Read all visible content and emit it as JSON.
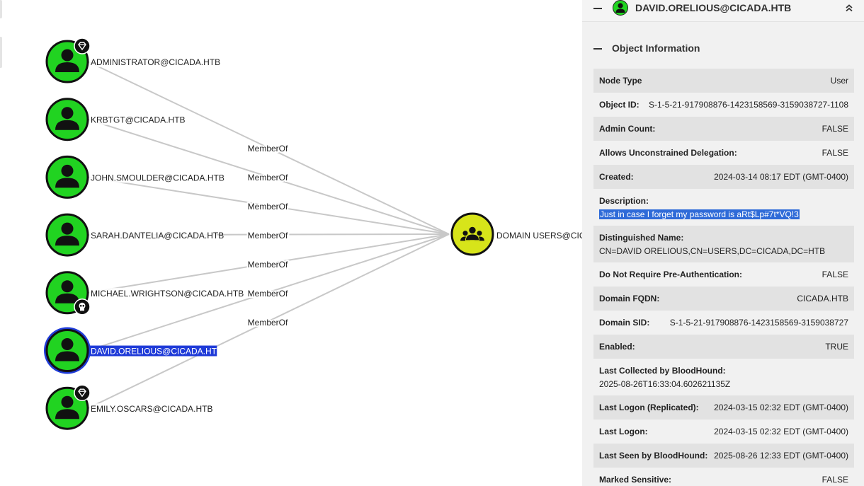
{
  "graph": {
    "edge_label": "MemberOf",
    "target": {
      "label": "DOMAIN USERS@CICADA.HTB",
      "color": "#d7e41a"
    },
    "nodes": [
      {
        "label": "ADMINISTRATOR@CICADA.HTB",
        "badge": "gem-icon",
        "selected": false
      },
      {
        "label": "KRBTGT@CICADA.HTB",
        "badge": "",
        "selected": false
      },
      {
        "label": "JOHN.SMOULDER@CICADA.HTB",
        "badge": "",
        "selected": false
      },
      {
        "label": "SARAH.DANTELIA@CICADA.HTB",
        "badge": "",
        "selected": false
      },
      {
        "label": "MICHAEL.WRIGHTSON@CICADA.HTB",
        "badge": "skull-icon",
        "selected": false
      },
      {
        "label": "DAVID.ORELIOUS@CICADA.HTB",
        "badge": "",
        "selected": true
      },
      {
        "label": "EMILY.OSCARS@CICADA.HTB",
        "badge": "gem-icon",
        "selected": false
      }
    ],
    "colors": {
      "user_node": "#21d321",
      "selection": "#1f3bd8",
      "edge": "#c8c8c8"
    }
  },
  "panel": {
    "header_title": "DAVID.ORELIOUS@CICADA.HTB",
    "section_title": "Object Information",
    "rows": [
      {
        "key": "Node Type",
        "value": "User"
      },
      {
        "key": "Object ID:",
        "value": "S-1-5-21-917908876-1423158569-3159038727-1108"
      },
      {
        "key": "Admin Count:",
        "value": "FALSE"
      },
      {
        "key": "Allows Unconstrained Delegation:",
        "value": "FALSE"
      },
      {
        "key": "Created:",
        "value": "2024-03-14 08:17 EDT (GMT-0400)"
      },
      {
        "key": "Description:",
        "value": "Just in case I forget my password is aRt$Lp#7t*VQ!3",
        "tall": true,
        "highlight": true
      },
      {
        "key": "Distinguished Name:",
        "value": "CN=DAVID ORELIOUS,CN=USERS,DC=CICADA,DC=HTB",
        "tall": true
      },
      {
        "key": "Do Not Require Pre-Authentication:",
        "value": "FALSE"
      },
      {
        "key": "Domain FQDN:",
        "value": "CICADA.HTB"
      },
      {
        "key": "Domain SID:",
        "value": "S-1-5-21-917908876-1423158569-3159038727"
      },
      {
        "key": "Enabled:",
        "value": "TRUE"
      },
      {
        "key": "Last Collected by BloodHound:",
        "value": "2025-08-26T16:33:04.602621135Z",
        "tall": true
      },
      {
        "key": "Last Logon (Replicated):",
        "value": "2024-03-15 02:32 EDT (GMT-0400)"
      },
      {
        "key": "Last Logon:",
        "value": "2024-03-15 02:32 EDT (GMT-0400)"
      },
      {
        "key": "Last Seen by BloodHound:",
        "value": "2025-08-26 12:33 EDT (GMT-0400)"
      },
      {
        "key": "Marked Sensitive:",
        "value": "FALSE"
      }
    ]
  }
}
